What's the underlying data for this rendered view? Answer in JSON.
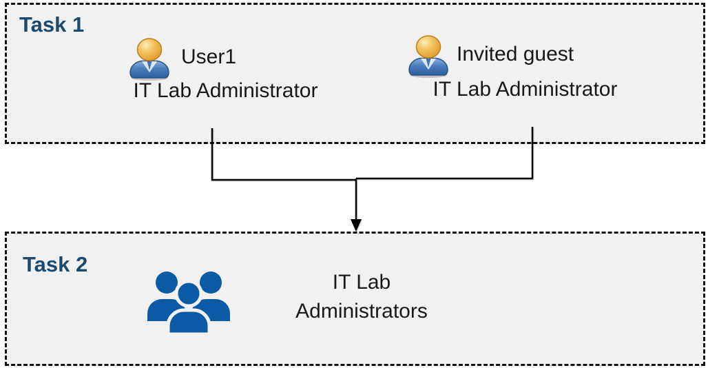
{
  "canvas": {
    "background": "#FFFFFF"
  },
  "colors": {
    "box_background": "#F1F1F1",
    "box_border": "#121212",
    "task_label": "#1B4A70",
    "body_text": "#181818",
    "group_icon_blue": "#0B5AA5",
    "person_head_gold": "#E8A235",
    "person_body_blue": "#3F74B5",
    "connector": "#000000"
  },
  "task1": {
    "label": "Task 1",
    "users": [
      {
        "name": "User1",
        "role": "IT Lab Administrator"
      },
      {
        "name": "Invited guest",
        "role": "IT Lab Administrator"
      }
    ]
  },
  "task2": {
    "label": "Task 2",
    "group_name_line1": "IT Lab",
    "group_name_line2": "Administrators"
  }
}
